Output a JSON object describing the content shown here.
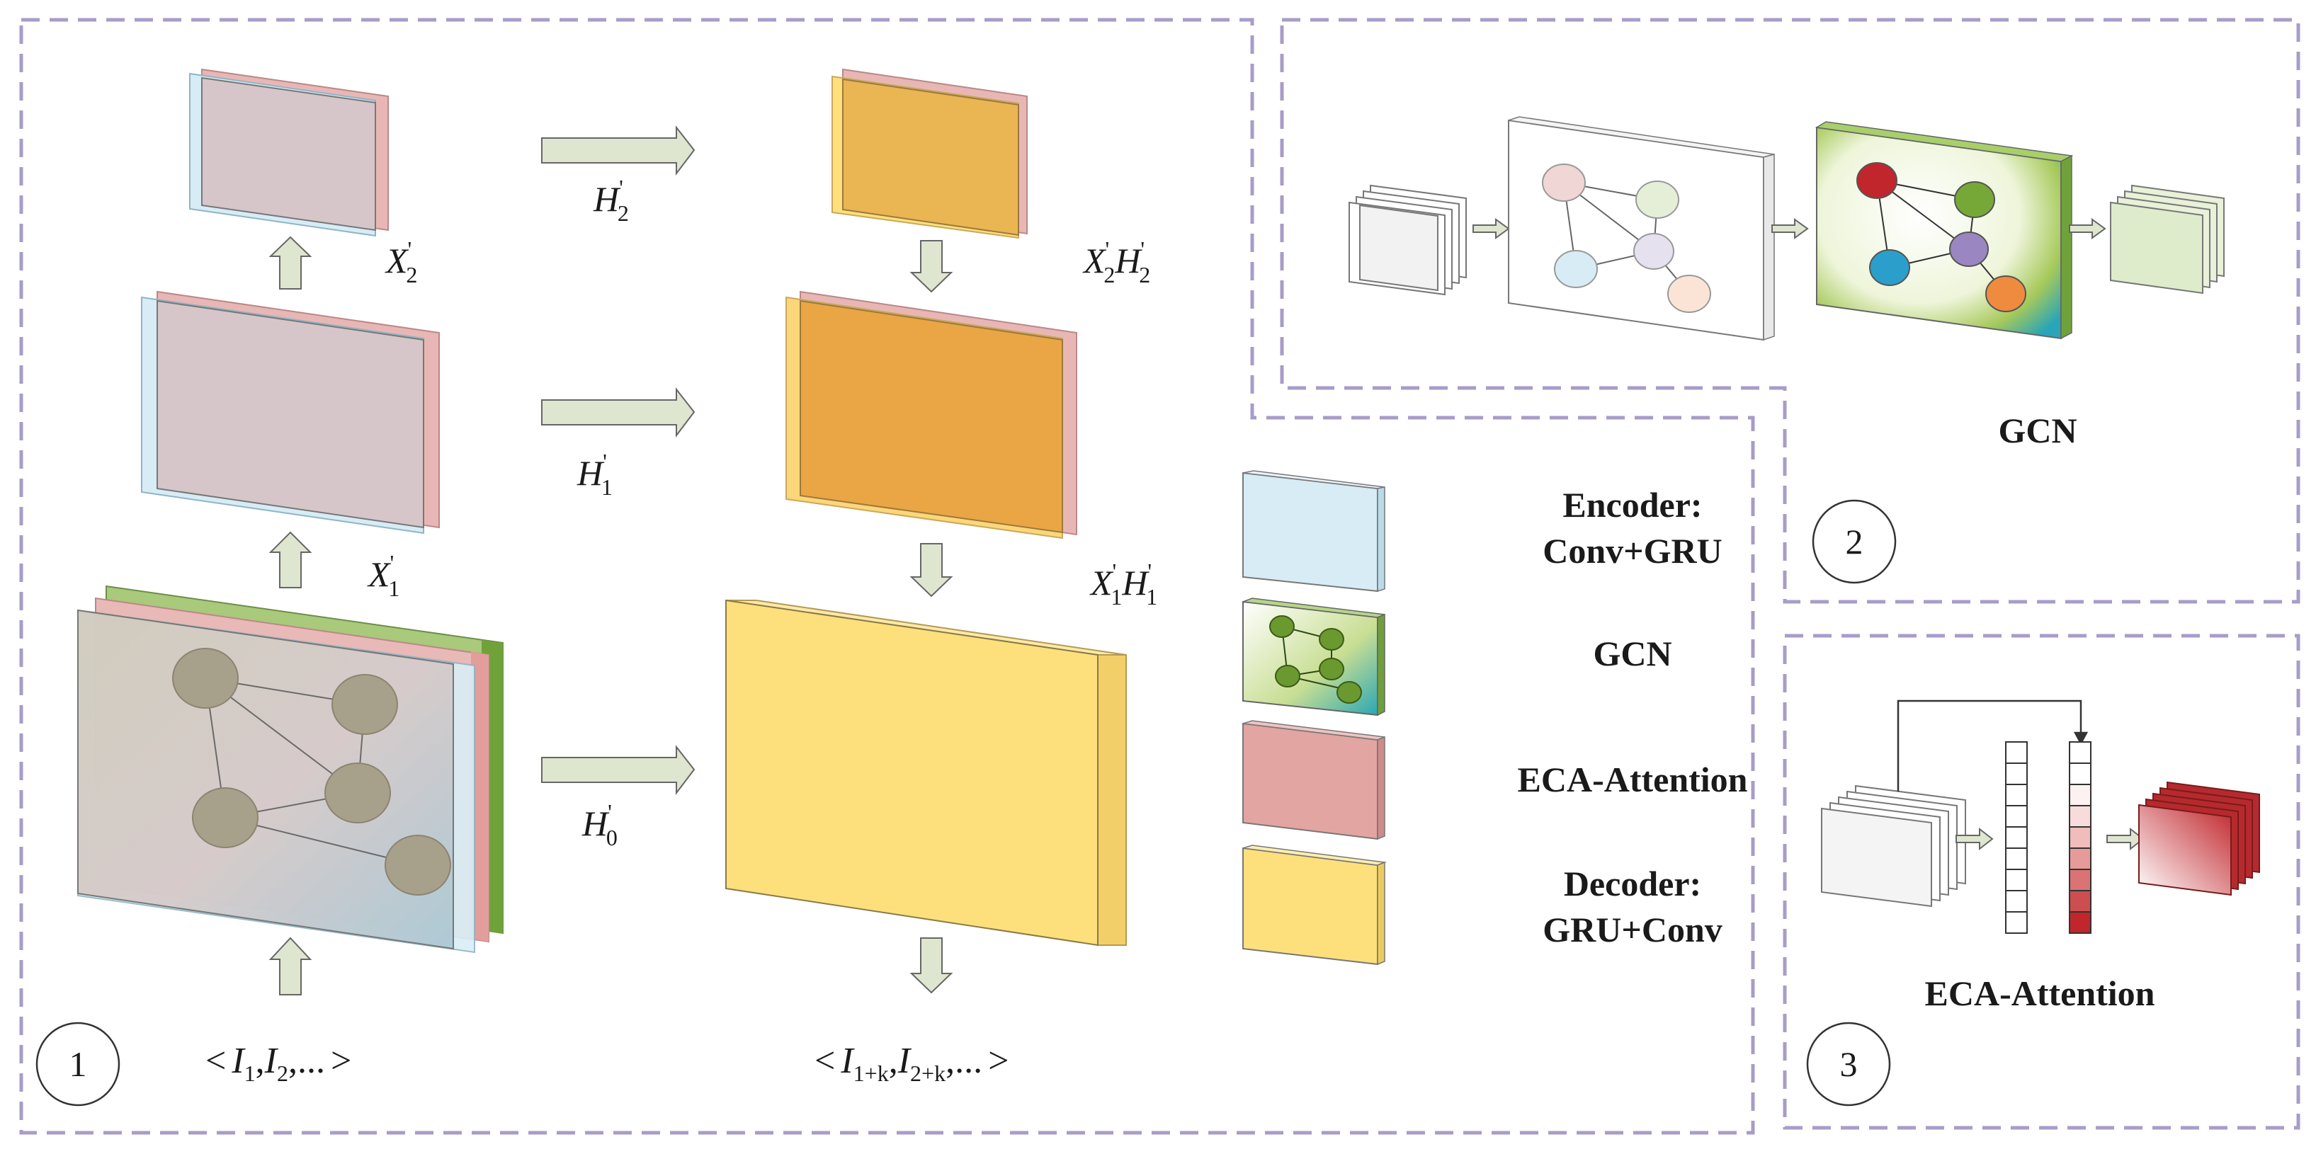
{
  "panel1": {
    "badge": "1",
    "inputs_label": {
      "open": "<",
      "i1": "I",
      "i1_sub": "1",
      "sep": ",",
      "i2": "I",
      "i2_sub": "2",
      "tail": ",...",
      "close": ">"
    },
    "outputs_label": {
      "open": "<",
      "i1": "I",
      "i1_sub": "1+k",
      "sep": ",",
      "i2": "I",
      "i2_sub": "2+k",
      "tail": ",...",
      "close": ">"
    },
    "x2": {
      "base": "X",
      "sup": "'",
      "sub": "2"
    },
    "x1": {
      "base": "X",
      "sup": "'",
      "sub": "1"
    },
    "h2": {
      "base": "H",
      "sup": "'",
      "sub": "2"
    },
    "h1": {
      "base": "H",
      "sup": "'",
      "sub": "1"
    },
    "h0": {
      "base": "H",
      "sup": "'",
      "sub": "0"
    },
    "x2h2": {
      "a": "X",
      "a_sup": "'",
      "a_sub": "2",
      "b": "H",
      "b_sup": "'",
      "b_sub": "2"
    },
    "x1h1": {
      "a": "X",
      "a_sup": "'",
      "a_sub": "1",
      "b": "H",
      "b_sup": "'",
      "b_sub": "1"
    }
  },
  "legend": {
    "encoder_line1": "Encoder:",
    "encoder_line2": "Conv+GRU",
    "gcn": "GCN",
    "eca": "ECA-Attention",
    "decoder_line1": "Decoder:",
    "decoder_line2": "GRU+Conv"
  },
  "panel2": {
    "title": "GCN",
    "badge": "2"
  },
  "panel3": {
    "title": "ECA-Attention",
    "badge": "3"
  },
  "colors": {
    "encoder": "#d6ecf5",
    "gcn": "#7aa63a",
    "eca": "#e0a19e",
    "decoder": "#fde07c",
    "decoder_dark": "#eba544",
    "dash": "#a89cc8",
    "arrow_fill": "#dfe6d0"
  }
}
